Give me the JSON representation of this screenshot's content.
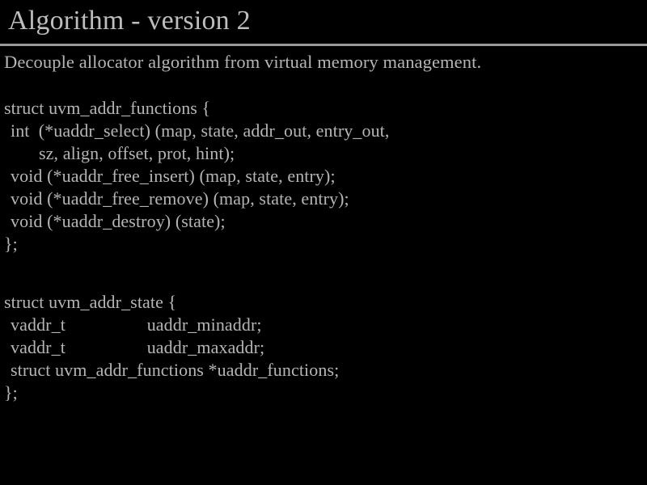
{
  "slide": {
    "title": "Algorithm - version 2",
    "background_color": "#000000",
    "text_color": "#b5b5b5",
    "rule_color": "#9a9a9a",
    "intro": "Decouple allocator algorithm from virtual memory management.",
    "lines": [
      {
        "id": "gap-1",
        "text": "",
        "indent": 0,
        "kind": "blank"
      },
      {
        "id": "code-1",
        "text": "struct uvm_addr_functions {",
        "indent": 0,
        "kind": "code"
      },
      {
        "id": "code-2",
        "text": "int  (*uaddr_select) (map, state, addr_out, entry_out,",
        "indent": 1,
        "kind": "code"
      },
      {
        "id": "code-3",
        "text": "sz, align, offset, prot, hint);",
        "indent": 2,
        "kind": "code"
      },
      {
        "id": "code-4",
        "text": "void (*uaddr_free_insert) (map, state, entry);",
        "indent": 1,
        "kind": "code"
      },
      {
        "id": "code-5",
        "text": "void (*uaddr_free_remove) (map, state, entry);",
        "indent": 1,
        "kind": "code"
      },
      {
        "id": "code-6",
        "text": "void (*uaddr_destroy) (state);",
        "indent": 1,
        "kind": "code"
      },
      {
        "id": "code-7",
        "text": "};",
        "indent": 0,
        "kind": "code"
      },
      {
        "id": "gap-2",
        "text": "",
        "indent": 0,
        "kind": "blank"
      },
      {
        "id": "gap-3",
        "text": "",
        "indent": 0,
        "kind": "gap-small"
      },
      {
        "id": "code-8",
        "text": "struct uvm_addr_state {",
        "indent": 0,
        "kind": "code"
      },
      {
        "id": "code-9",
        "text": "vaddr_t                  uaddr_minaddr;",
        "indent": 1,
        "kind": "code"
      },
      {
        "id": "code-10",
        "text": "vaddr_t                  uaddr_maxaddr;",
        "indent": 1,
        "kind": "code"
      },
      {
        "id": "code-11",
        "text": "struct uvm_addr_functions *uaddr_functions;",
        "indent": 1,
        "kind": "code"
      },
      {
        "id": "code-12",
        "text": "};",
        "indent": 0,
        "kind": "code"
      }
    ]
  }
}
